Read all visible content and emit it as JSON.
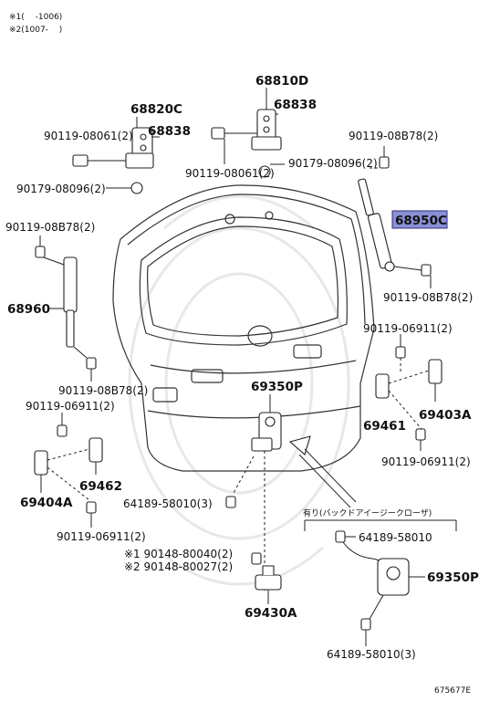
{
  "notes": {
    "n1": "※1(　 -1006)",
    "n2": "※2(1007-　 )"
  },
  "labels": {
    "p68810D": "68810D",
    "p68838_top": "68838",
    "p68820C": "68820C",
    "p68838_left": "68838",
    "p90119_08061_left": "90119-08061(2)",
    "p90119_08061_mid": "90119-08061(2)",
    "p90179_08096_mid": "90179-08096(2)",
    "p90179_08096_left": "90179-08096(2)",
    "p90119_08B78_tr": "90119-08B78(2)",
    "p68950C": "68950C",
    "p90119_08B78_tl": "90119-08B78(2)",
    "p90119_08B78_r": "90119-08B78(2)",
    "p68960": "68960",
    "p90119_06911_r": "90119-06911(2)",
    "p90119_08B78_l": "90119-08B78(2)",
    "p69350P_top": "69350P",
    "p90119_06911_l": "90119-06911(2)",
    "p69403A": "69403A",
    "p69461": "69461",
    "p90119_06911_rb": "90119-06911(2)",
    "p69462": "69462",
    "p69404A": "69404A",
    "p64189_58010_l": "64189-58010(3)",
    "p_closer": "有り(バックドアイージークローザ)",
    "p90119_06911_lb": "90119-06911(2)",
    "p64189_58010_r": "64189-58010",
    "p90148_80040": "※1  90148-80040(2)",
    "p90148_80027": "※2  90148-80027(2)",
    "p69350P_r": "69350P",
    "p69430A": "69430A",
    "p64189_58010_b": "64189-58010(3)",
    "figure_code": "675677E"
  },
  "highlight_color": "#8a8fd6"
}
